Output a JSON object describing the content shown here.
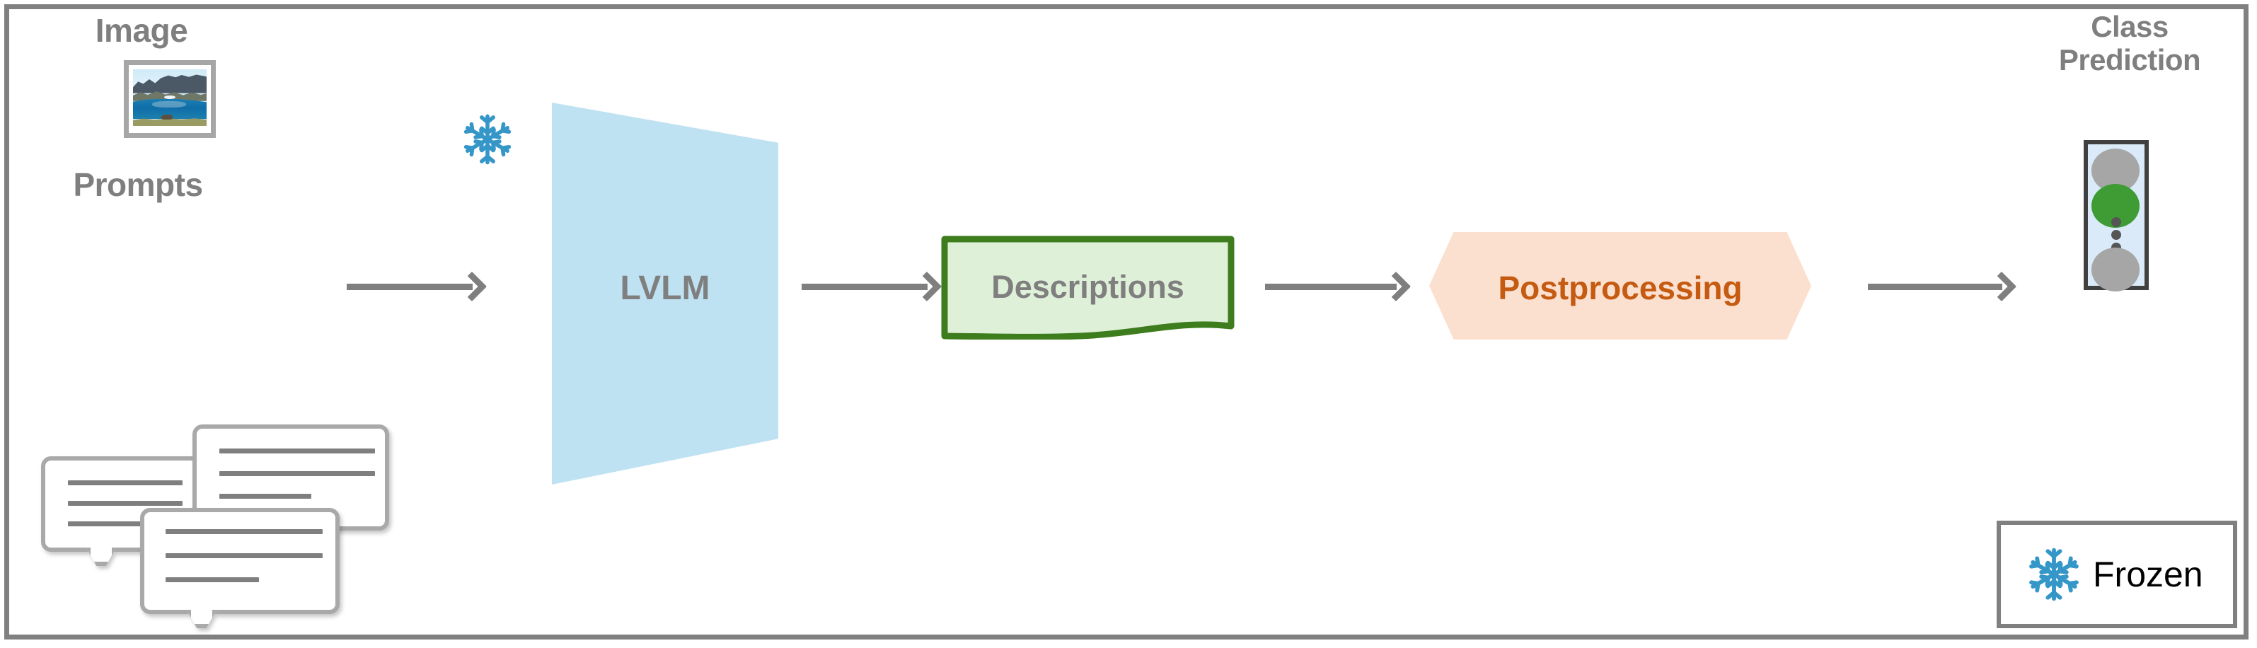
{
  "figure": {
    "title": "",
    "border_color": "#808080"
  },
  "inputs": {
    "image": {
      "label": "Image",
      "icon": "photo-thumbnail",
      "alt": "mountain lake landscape photo"
    },
    "prompts": {
      "label": "Prompts",
      "icon": "speech-bubbles",
      "bubble_count": 3
    }
  },
  "model": {
    "label": "LVLM",
    "fill_color": "#bfe2f3",
    "text_color": "#7f7f7f",
    "frozen": true,
    "frozen_icon": "snowflake-icon"
  },
  "descriptions": {
    "label": "Descriptions",
    "fill_color": "#dff0d8",
    "border_color": "#3e7d1e",
    "text_color": "#7f7f7f"
  },
  "postprocessing": {
    "label": "Postprocessing",
    "fill_color": "#fbe0d0",
    "text_color": "#c55a11"
  },
  "output": {
    "label": "Class\nPrediction",
    "column_fill": "#dbeaf8",
    "column_border": "#404040",
    "nodes": [
      {
        "state": "inactive",
        "color": "#a6a6a6"
      },
      {
        "state": "active",
        "color": "#3f9c35"
      },
      {
        "state": "ellipsis",
        "color": "#555555"
      },
      {
        "state": "inactive",
        "color": "#a6a6a6"
      }
    ]
  },
  "legend": {
    "items": [
      {
        "icon": "snowflake-icon",
        "label": "Frozen",
        "color": "#3596c8"
      }
    ]
  },
  "arrows": [
    {
      "from": "inputs",
      "to": "LVLM"
    },
    {
      "from": "LVLM",
      "to": "Descriptions"
    },
    {
      "from": "Descriptions",
      "to": "Postprocessing"
    },
    {
      "from": "Postprocessing",
      "to": "Class Prediction"
    }
  ]
}
